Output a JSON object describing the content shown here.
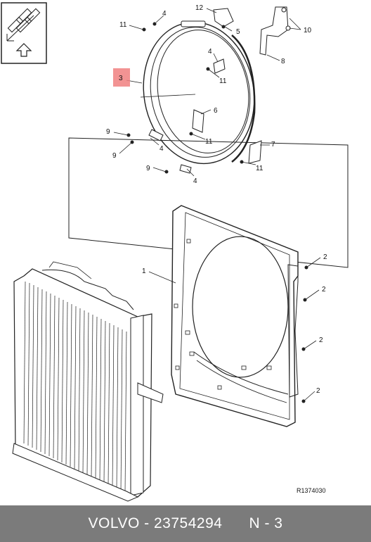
{
  "callouts": {
    "c1": "1",
    "c2a": "2",
    "c2b": "2",
    "c2c": "2",
    "c2d": "2",
    "c3": "3",
    "c4a": "4",
    "c4b": "4",
    "c4c": "4",
    "c4d": "4",
    "c5": "5",
    "c6": "6",
    "c7": "7",
    "c8": "8",
    "c9a": "9",
    "c9b": "9",
    "c9c": "9",
    "c10": "10",
    "c11a": "11",
    "c11b": "11",
    "c11c": "11",
    "c11d": "11",
    "c12": "12"
  },
  "highlight_color": "#f08080",
  "diagram_code": "R1374030",
  "footer": {
    "brand": "VOLVO",
    "separator": " - ",
    "part_number": "23754294",
    "position": "N - 3"
  },
  "icons": [
    "view-orientation-icon",
    "up-arrow-icon"
  ]
}
